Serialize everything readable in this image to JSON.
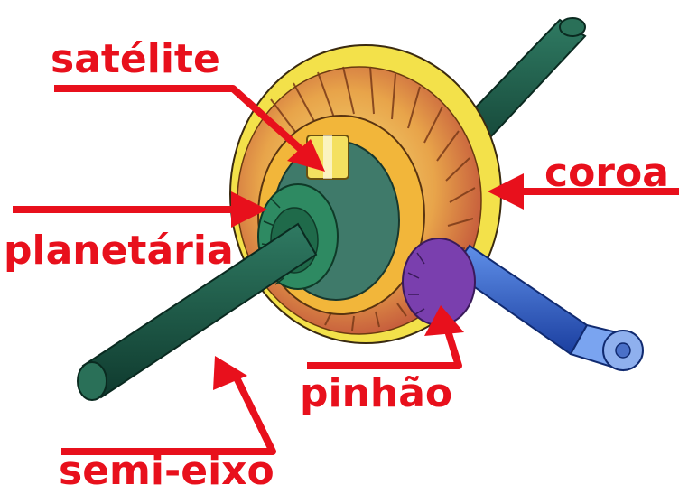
{
  "labels": {
    "satelite": "satélite",
    "coroa": "coroa",
    "planetaria": "planetária",
    "pinhao": "pinhão",
    "semi_eixo": "semi-eixo"
  },
  "colors": {
    "label": "#e8101c",
    "arrow": "#e8101c",
    "axle": "#1c5a48",
    "pinion_shaft": "#2a5fd0",
    "ring_gear": "#e0b040",
    "ring_gear_teeth": "#d25a40",
    "housing": "#f2d21e",
    "side_gear": "#2e8a62",
    "pinion_gear": "#7a3fae"
  }
}
